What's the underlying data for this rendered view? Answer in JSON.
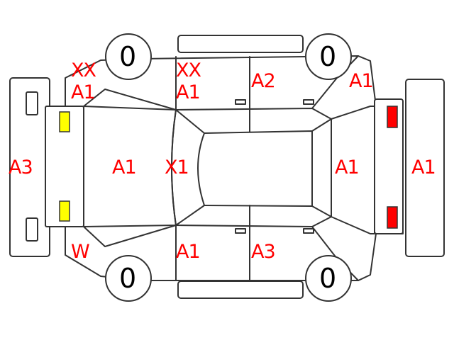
{
  "colors": {
    "line": "#333333",
    "code_text": "#ff0000",
    "headlamp": "#ffff00",
    "taillamp": "#ff0000"
  },
  "tires": {
    "front_left": "0",
    "rear_left": "0",
    "front_right": "0",
    "rear_right": "0"
  },
  "codes": {
    "left_front_fender_1": "XX",
    "left_front_fender_2": "A1",
    "left_front_door_1": "XX",
    "left_front_door_2": "A1",
    "left_rear_door": "A2",
    "left_rear_fender": "A1",
    "front_bumper": "A3",
    "hood": "A1",
    "front_glass": "X1",
    "trunk_lid": "A1",
    "rear_bumper": "A1",
    "right_front_fender": "W",
    "right_front_door": "A1",
    "right_rear_door": "A3"
  }
}
